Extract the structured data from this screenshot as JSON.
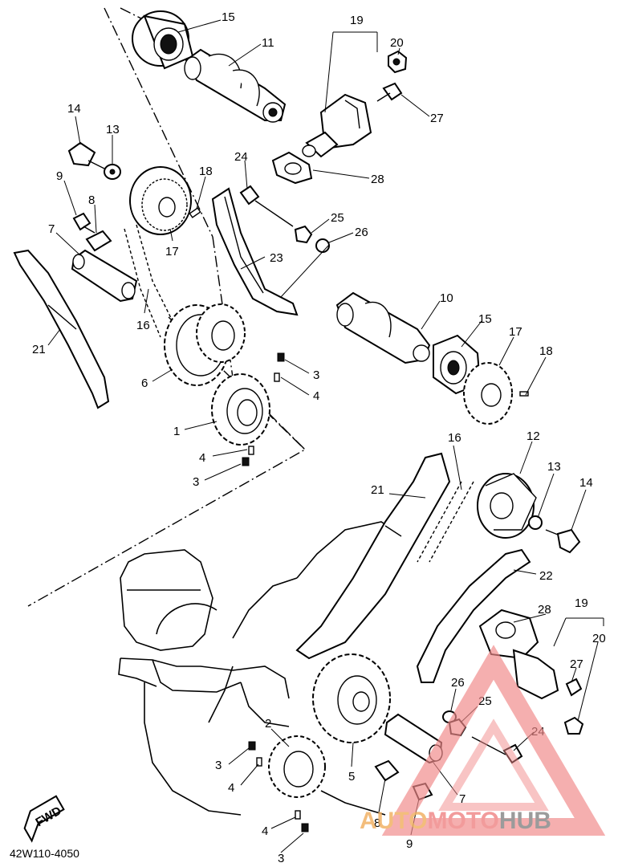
{
  "diagram": {
    "document_code": "42W110-4050",
    "direction_marker": "FWD",
    "watermark": {
      "brand_part1": "AUTO",
      "brand_part2": "MOTO",
      "brand_part3": "HUB",
      "colors": {
        "triangle": "#f08a8a",
        "auto": "#f2b266",
        "moto": "#f08a8a",
        "hub": "#8a8a8a"
      }
    },
    "callouts": [
      {
        "id": "c-15a",
        "label": "15"
      },
      {
        "id": "c-11",
        "label": "11"
      },
      {
        "id": "c-19a",
        "label": "19"
      },
      {
        "id": "c-20a",
        "label": "20"
      },
      {
        "id": "c-27a",
        "label": "27"
      },
      {
        "id": "c-14a",
        "label": "14"
      },
      {
        "id": "c-13a",
        "label": "13"
      },
      {
        "id": "c-24a",
        "label": "24"
      },
      {
        "id": "c-18a",
        "label": "18"
      },
      {
        "id": "c-9a",
        "label": "9"
      },
      {
        "id": "c-8a",
        "label": "8"
      },
      {
        "id": "c-28a",
        "label": "28"
      },
      {
        "id": "c-25a",
        "label": "25"
      },
      {
        "id": "c-26a",
        "label": "26"
      },
      {
        "id": "c-7a",
        "label": "7"
      },
      {
        "id": "c-17a",
        "label": "17"
      },
      {
        "id": "c-23",
        "label": "23"
      },
      {
        "id": "c-16a",
        "label": "16"
      },
      {
        "id": "c-21a",
        "label": "21"
      },
      {
        "id": "c-10",
        "label": "10"
      },
      {
        "id": "c-15b",
        "label": "15"
      },
      {
        "id": "c-17b",
        "label": "17"
      },
      {
        "id": "c-18b",
        "label": "18"
      },
      {
        "id": "c-3a",
        "label": "3"
      },
      {
        "id": "c-4a",
        "label": "4"
      },
      {
        "id": "c-6",
        "label": "6"
      },
      {
        "id": "c-1",
        "label": "1"
      },
      {
        "id": "c-4b",
        "label": "4"
      },
      {
        "id": "c-3b",
        "label": "3"
      },
      {
        "id": "c-16b",
        "label": "16"
      },
      {
        "id": "c-12",
        "label": "12"
      },
      {
        "id": "c-21b",
        "label": "21"
      },
      {
        "id": "c-13b",
        "label": "13"
      },
      {
        "id": "c-14b",
        "label": "14"
      },
      {
        "id": "c-22",
        "label": "22"
      },
      {
        "id": "c-19b",
        "label": "19"
      },
      {
        "id": "c-28b",
        "label": "28"
      },
      {
        "id": "c-20b",
        "label": "20"
      },
      {
        "id": "c-27b",
        "label": "27"
      },
      {
        "id": "c-26b",
        "label": "26"
      },
      {
        "id": "c-25b",
        "label": "25"
      },
      {
        "id": "c-24b",
        "label": "24"
      },
      {
        "id": "c-2",
        "label": "2"
      },
      {
        "id": "c-3c",
        "label": "3"
      },
      {
        "id": "c-4c",
        "label": "4"
      },
      {
        "id": "c-5",
        "label": "5"
      },
      {
        "id": "c-7b",
        "label": "7"
      },
      {
        "id": "c-8b",
        "label": "8"
      },
      {
        "id": "c-9b",
        "label": "9"
      },
      {
        "id": "c-4d",
        "label": "4"
      },
      {
        "id": "c-3d",
        "label": "3"
      }
    ]
  }
}
